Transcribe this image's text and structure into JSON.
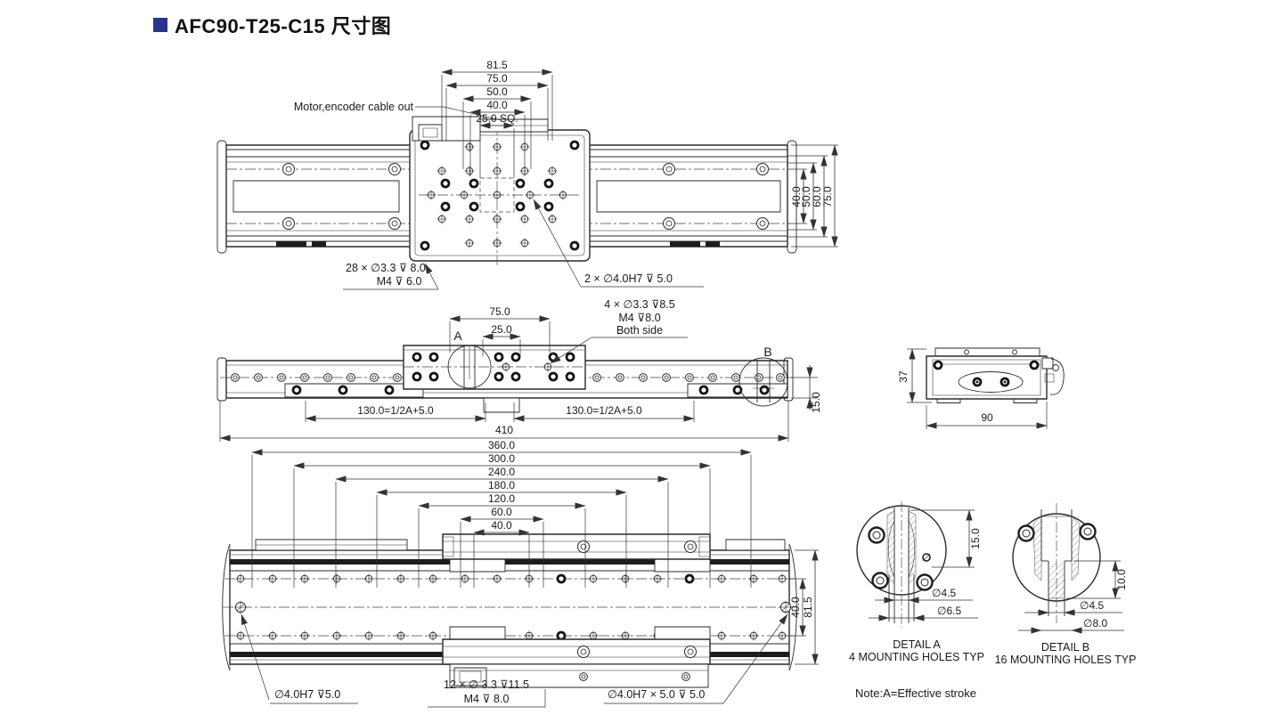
{
  "title": {
    "text": "AFC90-T25-C15 尺寸图",
    "bullet_color": "#27348b"
  },
  "top_view": {
    "cable_label": "Motor,encoder cable out",
    "h_dims": [
      "81.5",
      "75.0",
      "50.0",
      "40.0",
      "25.0 SQ."
    ],
    "v_dims": [
      "40.0",
      "50.0",
      "60.0",
      "75.0"
    ],
    "hole_note_line1": "28 × ∅3.3 ⊽ 8.0",
    "hole_note_line2": "M4 ⊽ 6.0",
    "pin_note": "2 × ∅4.0H7 ⊽ 5.0"
  },
  "front_view": {
    "dim_75": "75.0",
    "dim_25": "25.0",
    "side_note_line1": "4 × ∅3.3 ⊽8.5",
    "side_note_line2": "M4 ⊽8.0",
    "side_note_line3": "Both side",
    "detail_a_ref": "A",
    "detail_b_ref": "B",
    "dim_130_left": "130.0=1/2A+5.0",
    "dim_130_right": "130.0=1/2A+5.0",
    "dim_410": "410",
    "dim_15": "15.0"
  },
  "end_view": {
    "dim_37": "37",
    "dim_90": "90"
  },
  "bottom_view": {
    "h_dims": [
      "360.0",
      "300.0",
      "240.0",
      "180.0",
      "120.0",
      "60.0",
      "40.0"
    ],
    "dim_40": "40.0",
    "dim_81_5": "81.5",
    "pin_note_left": "∅4.0H7 ⊽5.0",
    "hole_note_line1": "12 × ∅ 3.3 ⊽11.5",
    "hole_note_line2": "M4 ⊽ 8.0",
    "pin_note_right": "∅4.0H7 × 5.0 ⊽ 5.0"
  },
  "detail_a": {
    "label": "DETAIL A",
    "sublabel": "4 MOUNTING HOLES TYP",
    "dim_15": "15.0",
    "dia_45": "∅4.5",
    "dia_65": "∅6.5"
  },
  "detail_b": {
    "label": "DETAIL B",
    "sublabel": "16 MOUNTING HOLES TYP",
    "dim_10": "10.0",
    "dia_45": "∅4.5",
    "dia_80": "∅8.0"
  },
  "footer_note": "Note:A=Effective stroke"
}
